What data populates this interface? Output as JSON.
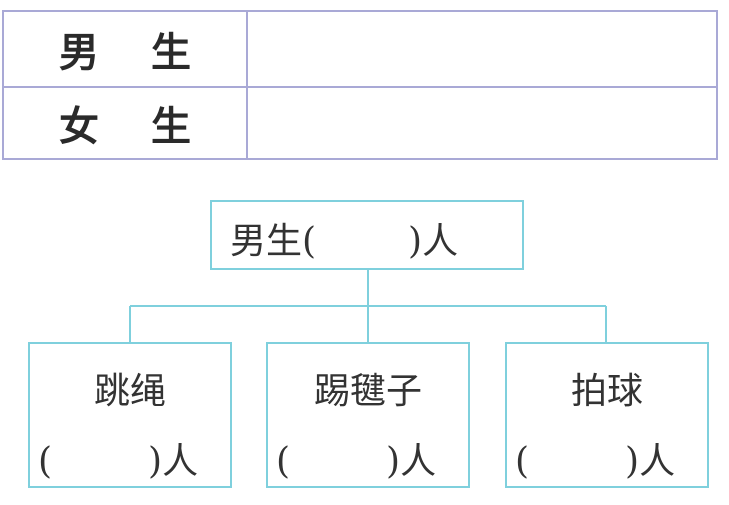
{
  "table": {
    "rows": [
      {
        "label": "男生",
        "value": ""
      },
      {
        "label": "女生",
        "value": ""
      }
    ]
  },
  "diagram": {
    "root": {
      "prefix": "男生(",
      "suffix": ")人"
    },
    "children": [
      {
        "name": "跳绳",
        "prefix": "(",
        "suffix": ")人"
      },
      {
        "name": "踢毽子",
        "prefix": "(",
        "suffix": ")人"
      },
      {
        "name": "拍球",
        "prefix": "(",
        "suffix": ")人"
      }
    ]
  },
  "colors": {
    "table_border": "#a9a9d6",
    "box_border": "#7fd0dd"
  }
}
